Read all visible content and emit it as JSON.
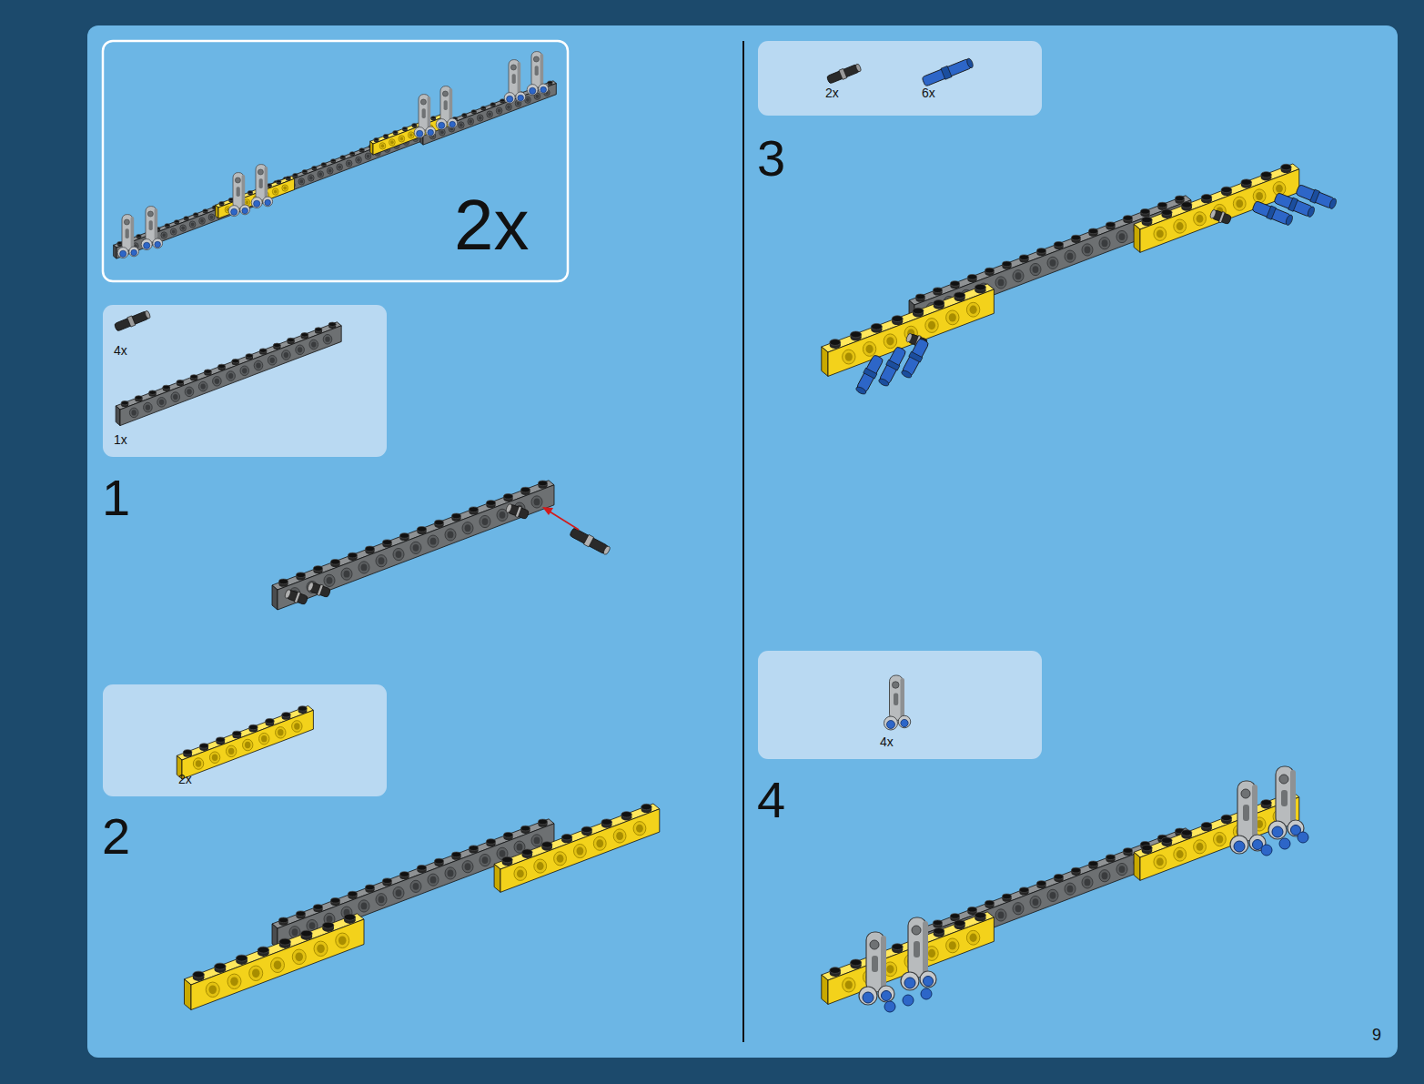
{
  "diagram": {
    "nodes": [
      {
        "text": [
          "2x"
        ]
      },
      {
        "text": [
          "4x",
          "1x"
        ]
      },
      {
        "text": [
          "2x"
        ]
      },
      {
        "text": [
          "2x",
          "6x"
        ]
      },
      {
        "text": [
          "4x"
        ]
      }
    ],
    "labels": [
      "1",
      "2",
      "3",
      "4",
      "9"
    ]
  }
}
